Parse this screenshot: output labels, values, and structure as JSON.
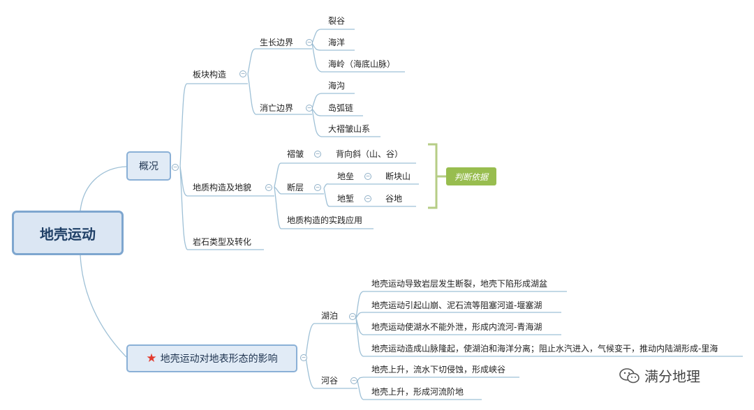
{
  "root": "地壳运动",
  "overview": {
    "label": "概况",
    "plate": {
      "label": "板块构造",
      "growth": {
        "label": "生长边界",
        "items": [
          "裂谷",
          "海洋",
          "海岭（海底山脉）"
        ]
      },
      "subduction": {
        "label": "消亡边界",
        "items": [
          "海沟",
          "岛弧链",
          "大褶皱山系"
        ]
      }
    },
    "geo": {
      "label": "地质构造及地貌",
      "fold": {
        "label": "褶皱",
        "item": "背向斜（山、谷）"
      },
      "fault": {
        "label": "断层",
        "horst": {
          "label": "地垒",
          "result": "断块山"
        },
        "graben": {
          "label": "地堑",
          "result": "谷地"
        }
      },
      "application": "地质构造的实践应用",
      "badge": "判断依据"
    },
    "rock": "岩石类型及转化"
  },
  "influence": {
    "label": "地壳运动对地表形态的影响",
    "lake": {
      "label": "湖泊",
      "items": [
        "地壳运动导致岩层发生断裂，地壳下陷形成湖盆",
        "地壳运动引起山崩、泥石流等阻塞河道-堰塞湖",
        "地壳运动使湖水不能外泄，形成内流河-青海湖",
        "地壳运动造成山脉隆起，使湖泊和海洋分离；阻止水汽进入，气候变干，推动内陆湖形成-里海"
      ]
    },
    "valley": {
      "label": "河谷",
      "items": [
        "地壳上升，流水下切侵蚀，形成峡谷",
        "地壳上升，形成河流阶地"
      ]
    }
  },
  "watermark": "满分地理",
  "colors": {
    "line": "#8fb0c8",
    "badge": "#98bd4f",
    "bracket": "#b6cd86"
  }
}
